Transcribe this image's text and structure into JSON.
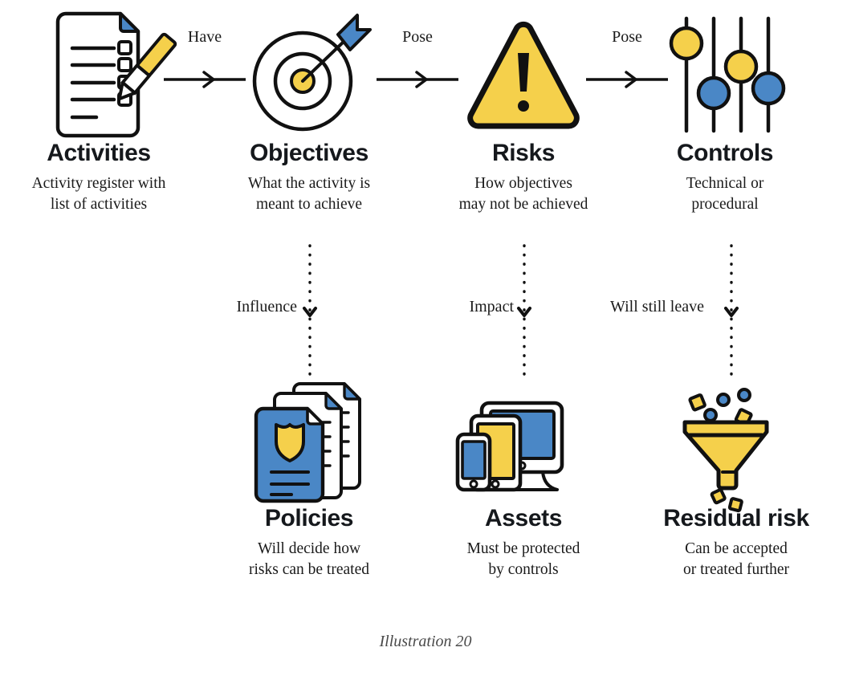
{
  "theme": {
    "yellow": "#F5D04B",
    "blue": "#4A87C6",
    "stroke": "#111111",
    "paper": "#FFFFFF",
    "text": "#1A1A1A",
    "caption_color": "#4A4A4A"
  },
  "caption": "Illustration 20",
  "top_row": [
    {
      "key": "activities",
      "icon": "checklist-document-pen-icon",
      "title": "Activities",
      "desc": "Activity register with\nlist of activities"
    },
    {
      "key": "objectives",
      "icon": "target-arrow-icon",
      "title": "Objectives",
      "desc": "What the activity is\nmeant to achieve"
    },
    {
      "key": "risks",
      "icon": "warning-triangle-icon",
      "title": "Risks",
      "desc": "How objectives\nmay not be achieved"
    },
    {
      "key": "controls",
      "icon": "sliders-equalizer-icon",
      "title": "Controls",
      "desc": "Technical or\nprocedural"
    }
  ],
  "bottom_row": [
    {
      "key": "policies",
      "icon": "document-stack-shield-icon",
      "title": "Policies",
      "desc": "Will decide how\nrisks can be treated"
    },
    {
      "key": "assets",
      "icon": "devices-monitor-tablet-phone-icon",
      "title": "Assets",
      "desc": "Must be protected\nby controls"
    },
    {
      "key": "residual_risk",
      "icon": "funnel-icon",
      "title": "Residual risk",
      "desc": "Can be accepted\nor treated further"
    }
  ],
  "horizontal_edges": [
    {
      "key": "have",
      "label": "Have",
      "from": "activities",
      "to": "objectives"
    },
    {
      "key": "pose1",
      "label": "Pose",
      "from": "objectives",
      "to": "risks"
    },
    {
      "key": "pose2",
      "label": "Pose",
      "from": "risks",
      "to": "controls"
    }
  ],
  "vertical_edges": [
    {
      "key": "influence",
      "label": "Influence",
      "from": "objectives",
      "to": "policies"
    },
    {
      "key": "impact",
      "label": "Impact",
      "from": "risks",
      "to": "assets"
    },
    {
      "key": "will-still-leave",
      "label": "Will still leave",
      "from": "controls",
      "to": "residual_risk"
    }
  ]
}
